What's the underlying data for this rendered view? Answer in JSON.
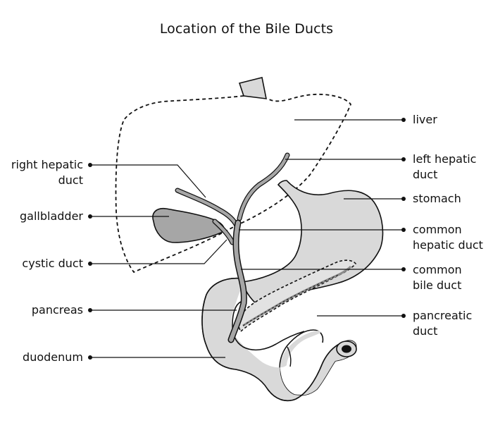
{
  "title": "Location of the Bile Ducts",
  "labels": {
    "liver": "liver",
    "left_hepatic_duct": [
      "left hepatic",
      "duct"
    ],
    "stomach": "stomach",
    "common_hepatic_duct": [
      "common",
      "hepatic duct"
    ],
    "common_bile_duct": [
      "common",
      "bile duct"
    ],
    "pancreatic_duct": [
      "pancreatic",
      "duct"
    ],
    "right_hepatic_duct": [
      "right hepatic",
      "duct"
    ],
    "gallbladder": "gallbladder",
    "cystic_duct": "cystic duct",
    "pancreas": "pancreas",
    "duodenum": "duodenum"
  },
  "colors": {
    "organ_fill": "#d9d9d9",
    "duct_fill": "#a6a6a6",
    "line": "#111111",
    "background": "#ffffff"
  }
}
